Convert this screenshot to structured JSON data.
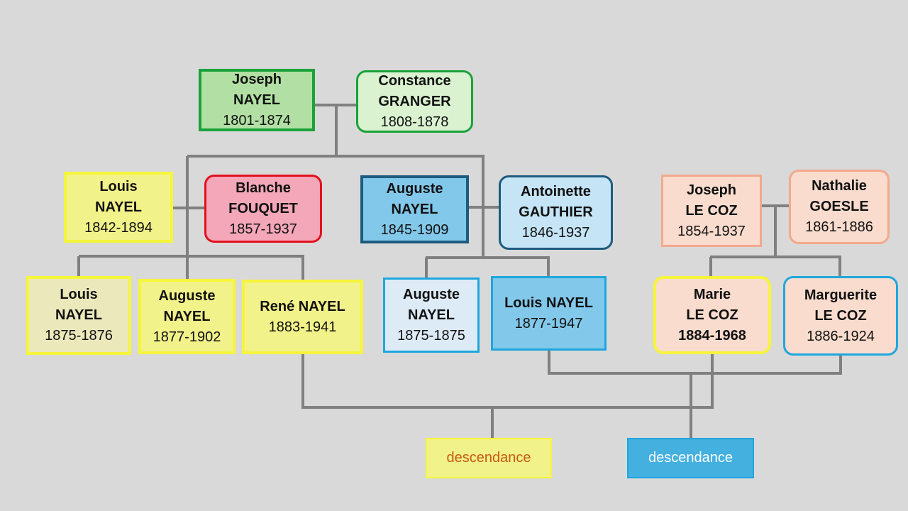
{
  "people": {
    "joseph_nayel": {
      "given": "Joseph",
      "surname": "NAYEL",
      "dates": "1801-1874"
    },
    "constance_granger": {
      "given": "Constance",
      "surname": "GRANGER",
      "dates": "1808-1878"
    },
    "louis_nayel_1842": {
      "given": "Louis",
      "surname": "NAYEL",
      "dates": "1842-1894"
    },
    "blanche_fouquet": {
      "given": "Blanche",
      "surname": "FOUQUET",
      "dates": "1857-1937"
    },
    "auguste_nayel_1845": {
      "given": "Auguste",
      "surname": "NAYEL",
      "dates": "1845-1909"
    },
    "antoinette_gauthier": {
      "given": "Antoinette",
      "surname": "GAUTHIER",
      "dates": "1846-1937"
    },
    "joseph_le_coz": {
      "given": "Joseph",
      "surname": "LE COZ",
      "dates": "1854-1937"
    },
    "nathalie_goesle": {
      "given": "Nathalie",
      "surname": "GOESLE",
      "dates": "1861-1886"
    },
    "louis_nayel_1875": {
      "given": "Louis",
      "surname": "NAYEL",
      "dates": "1875-1876"
    },
    "auguste_nayel_1877": {
      "given": "Auguste",
      "surname": "NAYEL",
      "dates": "1877-1902"
    },
    "rene_nayel": {
      "name": "René NAYEL",
      "dates": "1883-1941"
    },
    "auguste_nayel_1875": {
      "given": "Auguste",
      "surname": "NAYEL",
      "dates": "1875-1875"
    },
    "louis_nayel_1877": {
      "name": "Louis NAYEL",
      "dates": "1877-1947"
    },
    "marie_le_coz": {
      "given": "Marie",
      "surname": "LE COZ",
      "dates": "1884-1968"
    },
    "marguerite_le_coz": {
      "given": "Marguerite",
      "surname": "LE COZ",
      "dates": "1886-1924"
    }
  },
  "descendance": {
    "left": {
      "label": "descendance"
    },
    "right": {
      "label": "descendance"
    }
  },
  "colors": {
    "connector": "#808080",
    "green_fill": "#b2e0a4",
    "green_border": "#1aa23a",
    "lightgreen_fill": "#daf2d0",
    "lightgreen_border": "#1aa23a",
    "yellow_fill": "#f2f28a",
    "yellow_border": "#f5f53b",
    "paleyellow_fill": "#ebe8bb",
    "paleyellow_border": "#f5f53b",
    "red_fill": "#f3a7b8",
    "red_border": "#e3101e",
    "blue_fill": "#82c8ea",
    "blue_border": "#1d5b7f",
    "lightblue_fill": "#c5e4f5",
    "lightblue_border": "#1d5b7f",
    "cyan_border": "#1ea7de",
    "peach_fill": "#f9dccd",
    "peach_border": "#f2a98c",
    "desc_left_fill": "#f2f28a",
    "desc_left_text": "#c55a11",
    "desc_right_fill": "#43b0e0",
    "desc_right_text": "#ffffff"
  }
}
